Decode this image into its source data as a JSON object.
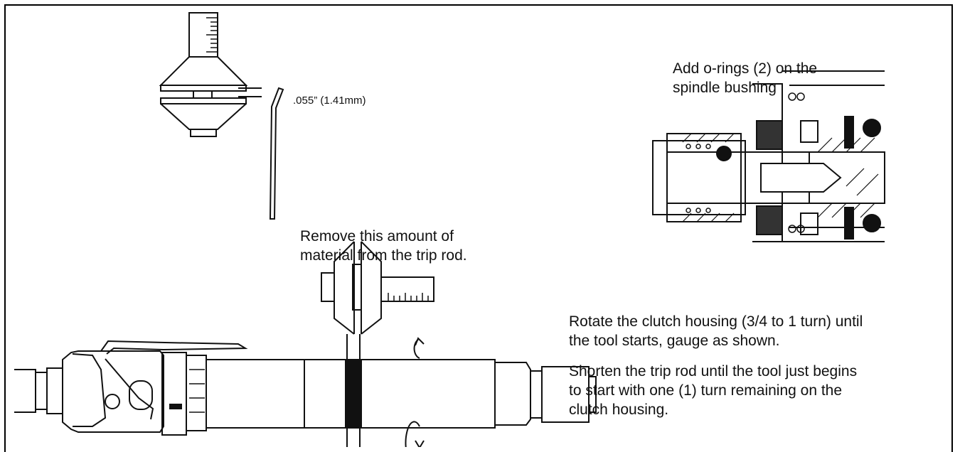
{
  "labels": {
    "gap_measurement": ".055” (1.41mm)",
    "remove_material": [
      "Remove this amount of",
      "material from the trip rod."
    ],
    "add_orings": [
      "Add o-rings (2) on the",
      "spindle bushing"
    ],
    "rotate_clutch": [
      "Rotate the clutch housing (3/4 to 1 turn) until",
      "the tool starts, gauge as shown."
    ],
    "shorten_rod": [
      "Shorten the trip rod until the tool just begins",
      "to start with one (1) turn remaining on the",
      "clutch housing."
    ]
  },
  "colors": {
    "ink": "#111111",
    "paper": "#ffffff",
    "border": "#000000"
  }
}
